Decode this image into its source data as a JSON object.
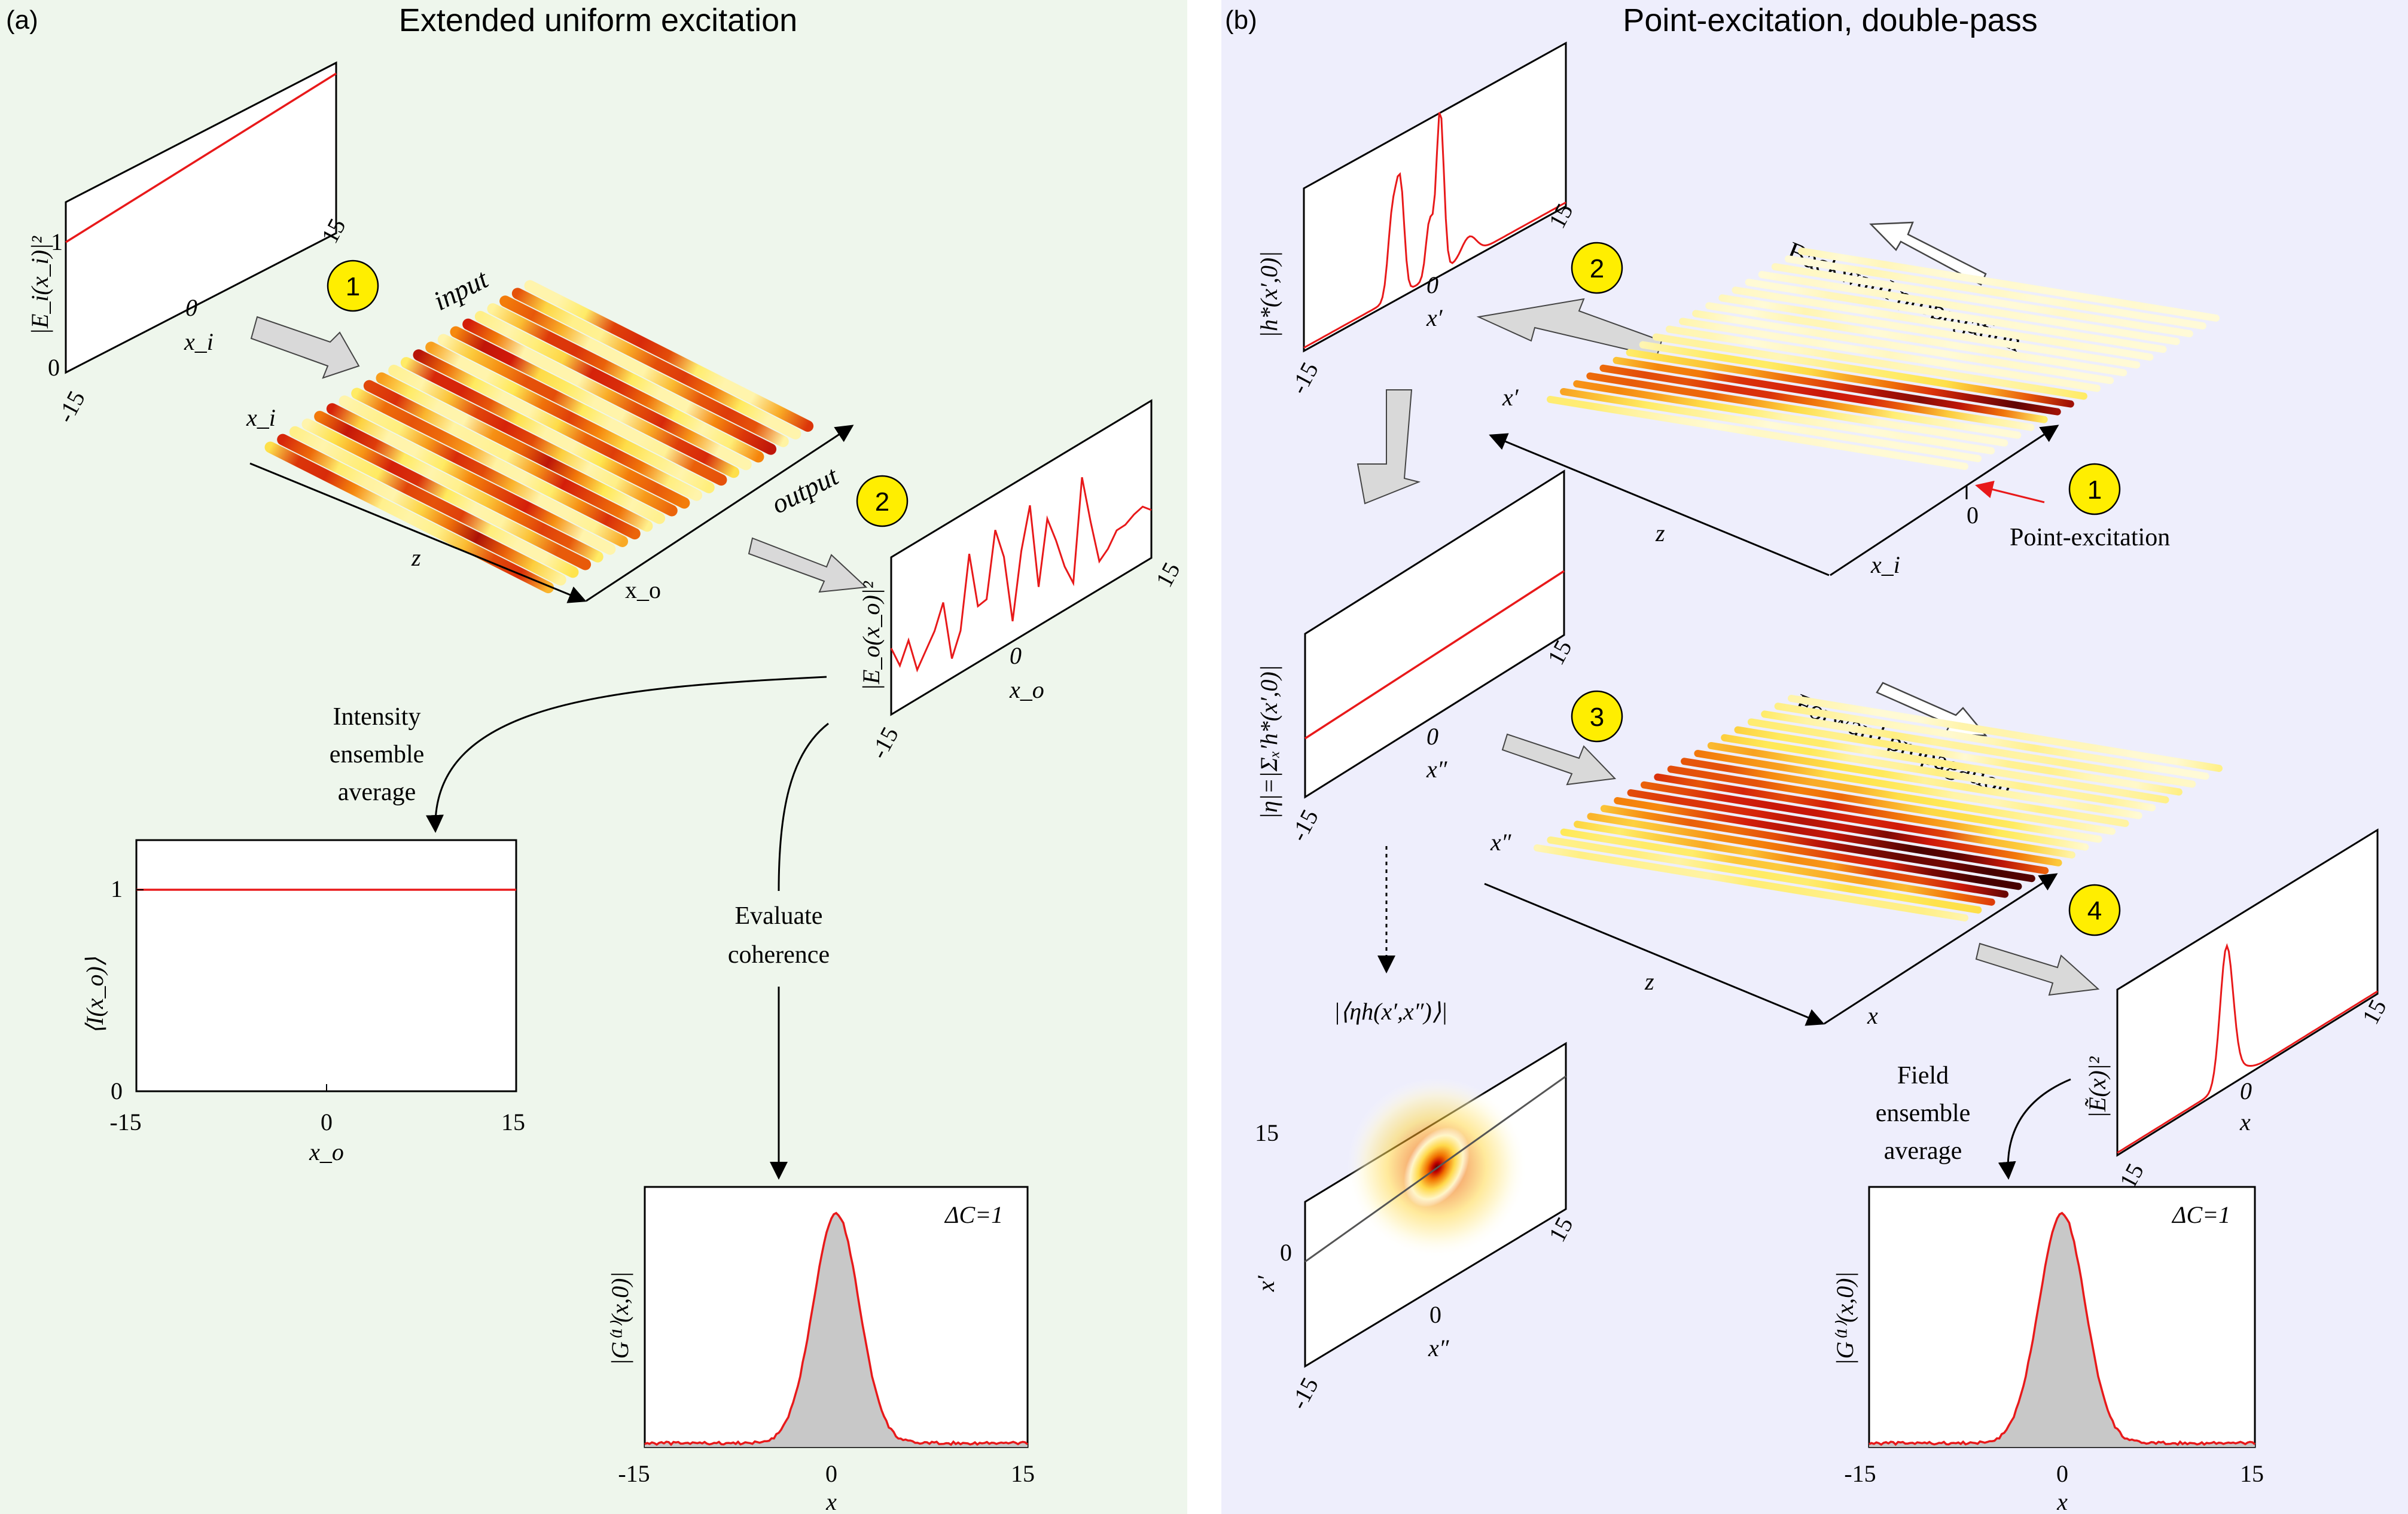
{
  "panel_a": {
    "label": "(a)",
    "title": "Extended uniform excitation",
    "input_plot": {
      "ylabel": "|E_i(x_i)|²",
      "y_tick_0": "0",
      "y_tick_1": "1",
      "x_tick_left": "-15",
      "x_tick_mid": "0",
      "x_tick_right": "15",
      "xlabel": "x_i"
    },
    "array": {
      "input_label": "input",
      "output_label": "output",
      "xi_label": "x_i",
      "z_label": "z",
      "xo_label": "x_o"
    },
    "step1": "1",
    "step2": "2",
    "output_plot": {
      "ylabel": "|E_o(x_o)|²",
      "x_tick_left": "-15",
      "x_tick_mid": "0",
      "x_tick_right": "15",
      "xlabel": "x_o"
    },
    "intensity_text": [
      "Intensity",
      "ensemble",
      "average"
    ],
    "intensity_plot": {
      "ylabel": "⟨I(x_o)⟩",
      "y_tick_0": "0",
      "y_tick_1": "1",
      "x_tick_left": "-15",
      "x_tick_mid": "0",
      "x_tick_right": "15",
      "xlabel": "x_o"
    },
    "coherence_text": [
      "Evaluate",
      "coherence"
    ],
    "coherence_plot": {
      "ylabel": "|G⁽¹⁾(x,0)|",
      "annotation": "ΔC=1",
      "x_tick_left": "-15",
      "x_tick_mid": "0",
      "x_tick_right": "15",
      "xlabel": "x"
    }
  },
  "panel_b": {
    "label": "(b)",
    "title": "Point-excitation, double-pass",
    "back_plot": {
      "ylabel": "|h*(x′,0)|",
      "x_tick_left": "-15",
      "x_tick_mid": "0",
      "x_tick_right": "15",
      "xlabel": "x′"
    },
    "backward_label": "Backward propagation",
    "top_array": {
      "xprime_label": "x′",
      "z_label": "z",
      "xi_label": "x_i",
      "zero_label": "0"
    },
    "point_excitation_label": "Point-excitation",
    "step1": "1",
    "step2": "2",
    "step3": "3",
    "step4": "4",
    "eta_plot": {
      "ylabel": "|η|=|Σₓ′h*(x′,0)|",
      "x_tick_left": "-15",
      "x_tick_mid": "0",
      "x_tick_right": "15",
      "xlabel": "x″"
    },
    "forward_label": "Forward propagation",
    "bottom_array": {
      "xdprime_label": "x″",
      "z_label": "z",
      "x_label": "x"
    },
    "eta_h_label": "|⟨ηh(x′,x″)⟩|",
    "heatmap": {
      "x_tick_left": "-15",
      "x_tick_mid": "0",
      "x_tick_right": "15",
      "xlabel": "x″",
      "y_tick_mid": "0",
      "y_tick_top": "15",
      "ylabel": "x′"
    },
    "field_plot": {
      "ylabel": "|Ẽ(x)|²",
      "x_tick_left": "-15",
      "x_tick_mid": "0",
      "x_tick_right": "15",
      "xlabel": "x"
    },
    "field_text": [
      "Field",
      "ensemble",
      "average"
    ],
    "coherence_plot": {
      "ylabel": "|G⁽¹⁾(x,0)|",
      "annotation": "ΔC=1",
      "x_tick_left": "-15",
      "x_tick_mid": "0",
      "x_tick_right": "15",
      "xlabel": "x"
    }
  },
  "colors": {
    "panel_a_bg": "#eef6ec",
    "panel_b_bg": "#eeeefc",
    "curve": "#e8191a",
    "step_badge": "#ffee00",
    "arrow_fill": "#d9d9d9",
    "fill_gray": "#c8c8c8"
  }
}
